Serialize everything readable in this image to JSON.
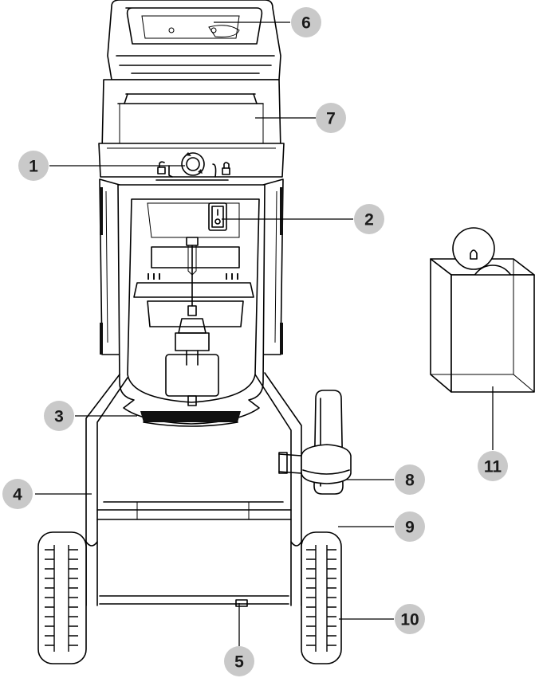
{
  "figure": {
    "callouts": [
      {
        "id": "c1",
        "label": "1"
      },
      {
        "id": "c2",
        "label": "2"
      },
      {
        "id": "c3",
        "label": "3"
      },
      {
        "id": "c4",
        "label": "4"
      },
      {
        "id": "c5",
        "label": "5"
      },
      {
        "id": "c6",
        "label": "6"
      },
      {
        "id": "c7",
        "label": "7"
      },
      {
        "id": "c8",
        "label": "8"
      },
      {
        "id": "c9",
        "label": "9"
      },
      {
        "id": "c10",
        "label": "10"
      },
      {
        "id": "c11",
        "label": "11"
      }
    ],
    "colors": {
      "line": "#000000",
      "callout_fill": "#c9c9c9",
      "background": "#ffffff"
    }
  }
}
